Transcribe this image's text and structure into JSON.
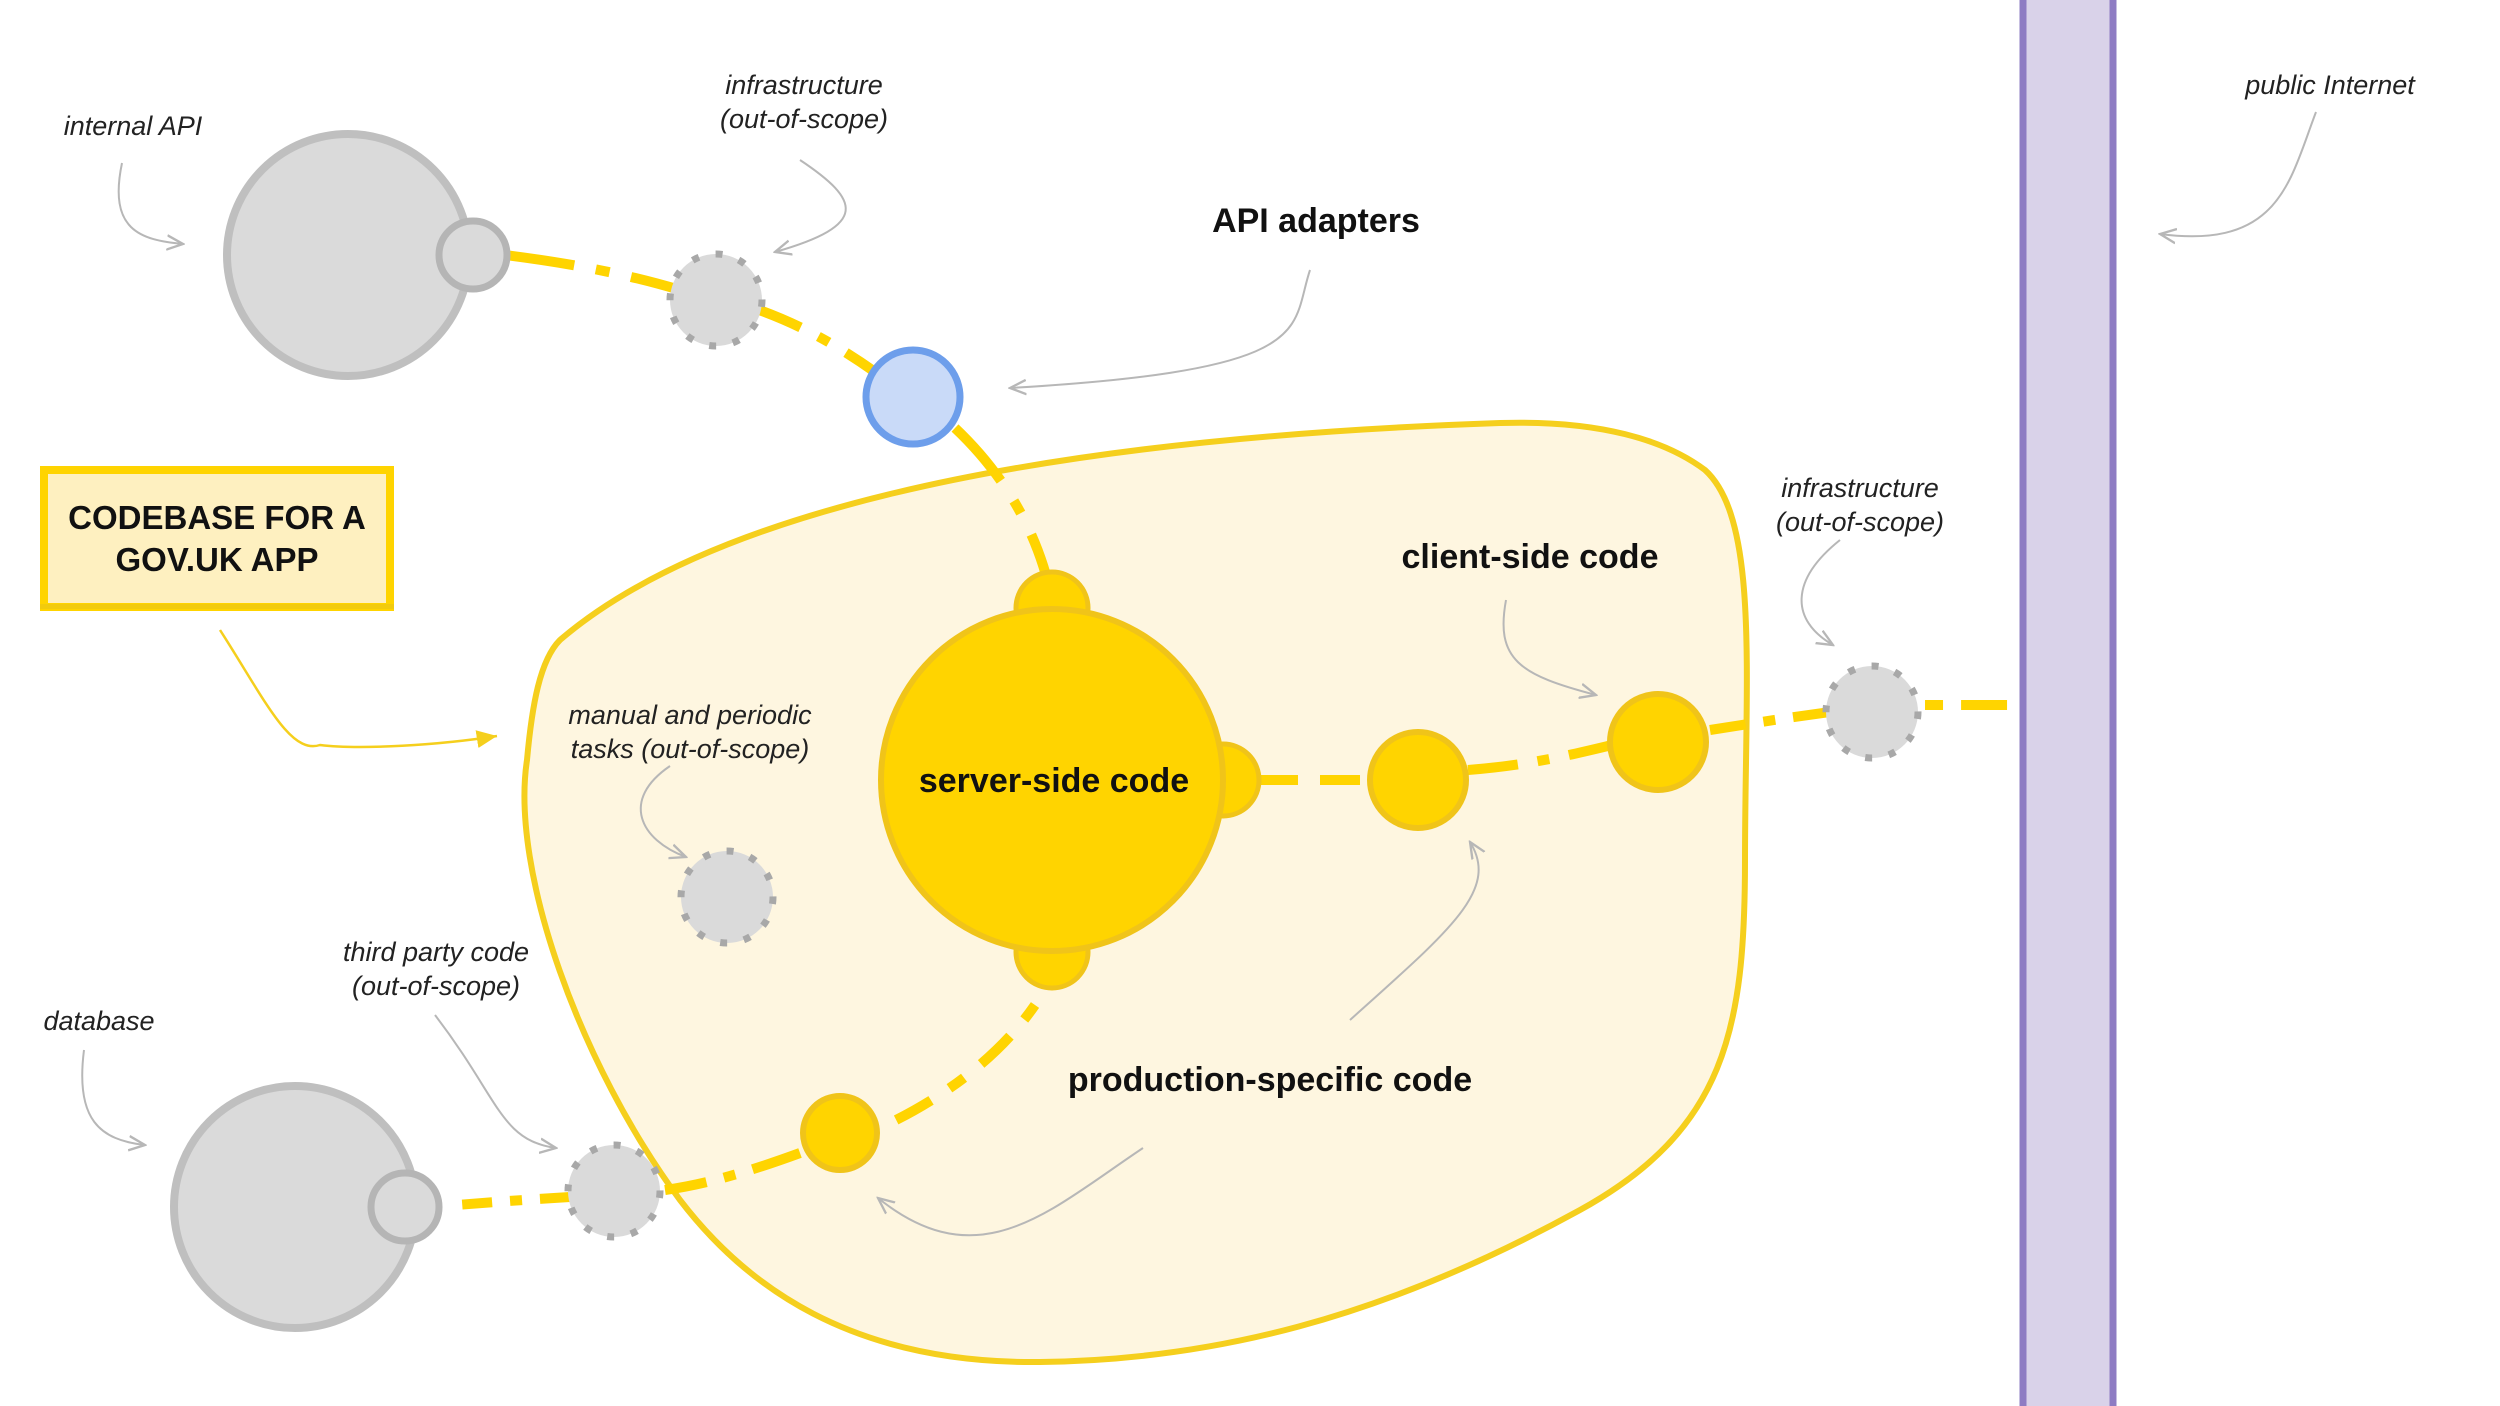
{
  "title_box": {
    "line1": "CODEBASE FOR A",
    "line2": "GOV.UK APP"
  },
  "labels": {
    "internal_api": "internal API",
    "infra_top_line1": "infrastructure",
    "infra_top_line2": "(out-of-scope)",
    "api_adapters": "API adapters",
    "public_internet": "public Internet",
    "infra_right_line1": "infrastructure",
    "infra_right_line2": "(out-of-scope)",
    "client_side_code": "client-side code",
    "manual_tasks_line1": "manual and periodic",
    "manual_tasks_line2": "tasks (out-of-scope)",
    "server_side_code": "server-side code",
    "third_party_line1": "third party code",
    "third_party_line2": "(out-of-scope)",
    "database": "database",
    "production_specific_code": "production-specific code"
  },
  "colors": {
    "yellow": "#FFD400",
    "yellow_dark": "#F0C419",
    "codebase_fill": "#FEF6E0",
    "grey_fill": "#DADADA",
    "grey_stroke": "#B5B5B5",
    "blue_fill": "#C9DAF8",
    "blue_stroke": "#6D9EEB",
    "internet_fill": "#D9D2E9",
    "internet_stroke": "#8E7CC3",
    "arrow": "#B7B7B7"
  }
}
